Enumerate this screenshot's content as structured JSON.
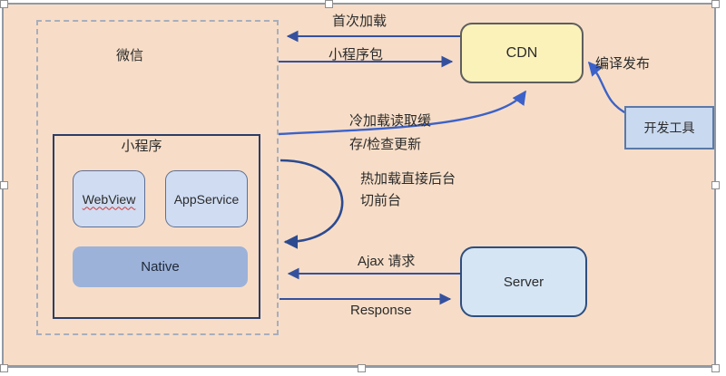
{
  "diagram": {
    "background_color": "#f7ddc7",
    "arrow_color": "#35519e",
    "bright_curve_color": "#3c62c9",
    "dark_curve_color": "#2c4a8f",
    "nodes": {
      "wechat": {
        "label": "微信"
      },
      "mini_program": {
        "label": "小程序"
      },
      "webview": {
        "label": "WebView",
        "fill": "#cfdcf2"
      },
      "app_service": {
        "label": "AppService",
        "fill": "#cfdcf2"
      },
      "native": {
        "label": "Native",
        "fill": "#9cb2d9"
      },
      "cdn": {
        "label": "CDN",
        "fill": "#fbf2ba"
      },
      "dev_tools": {
        "label": "开发工具",
        "fill": "#c9d9ef"
      },
      "server": {
        "label": "Server",
        "fill": "#d5e5f4"
      }
    },
    "edges": {
      "first_load": {
        "label": "首次加载",
        "from": "CDN",
        "to": "微信"
      },
      "mini_program_package": {
        "label": "小程序包",
        "from": "微信",
        "to": "CDN"
      },
      "cold_load": {
        "label_line1": "冷加载读取缓",
        "label_line2": "存/检查更新",
        "from": "微信",
        "to": "CDN"
      },
      "hot_load": {
        "label_line1": "热加载直接后台",
        "label_line2": "切前台",
        "from": "微信",
        "to": "微信"
      },
      "ajax": {
        "label": "Ajax 请求",
        "from": "Server",
        "to": "微信"
      },
      "response": {
        "label": "Response",
        "from": "微信",
        "to": "Server"
      },
      "compile_publish": {
        "label": "编译发布",
        "from": "开发工具",
        "to": "CDN"
      }
    }
  }
}
